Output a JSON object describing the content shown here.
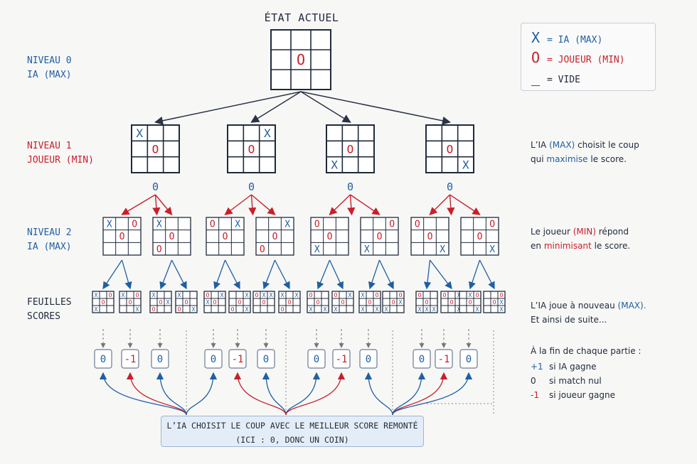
{
  "root_title": "ÉTAT ACTUEL",
  "levels": {
    "l0": {
      "line1": "NIVEAU 0",
      "line2": "IA (MAX)"
    },
    "l1": {
      "line1": "NIVEAU 1",
      "line2": "JOUEUR (MIN)"
    },
    "l2": {
      "line1": "NIVEAU 2",
      "line2": "IA (MAX)"
    },
    "leaves": {
      "line1": "FEUILLES",
      "line2": "SCORES"
    }
  },
  "legend": {
    "x_sym": "X",
    "x_text": "= IA (MAX)",
    "o_sym": "O",
    "o_text": "= JOUEUR (MIN)",
    "e_sym": "_",
    "e_text": "= VIDE"
  },
  "side_notes": {
    "n1a": "L’IA",
    "n1b": "(MAX)",
    "n1c": "choisit le coup",
    "n1d": "qui",
    "n1e": "maximise",
    "n1f": "le score.",
    "n2a": "Le joueur",
    "n2b": "(MIN)",
    "n2c": "répond",
    "n2d": "en",
    "n2e": "minimisant",
    "n2f": "le score.",
    "n3a": "L’IA joue à nouveau",
    "n3b": "(MAX).",
    "n3c": "Et ainsi de suite...",
    "n4": "À la fin de chaque partie :",
    "s1v": "+1",
    "s1t": "si IA gagne",
    "s2v": "0",
    "s2t": "si match nul",
    "s3v": "-1",
    "s3t": "si joueur gagne"
  },
  "bottom": {
    "line1": "L’IA CHOISIT LE COUP AVEC LE MEILLEUR SCORE REMONTÉ",
    "line2": "(ICI : 0, DONC UN COIN)"
  },
  "colors": {
    "blue": "#1f5fa3",
    "red": "#c8202b",
    "ink": "#1f2a3a",
    "arrow": "#2b3444"
  },
  "root_board": [
    "",
    "",
    "",
    "",
    "O",
    "",
    "",
    "",
    ""
  ],
  "level1": [
    {
      "board": [
        "X",
        "",
        "",
        "",
        "O",
        "",
        "",
        "",
        ""
      ],
      "value": "0"
    },
    {
      "board": [
        "",
        "",
        "X",
        "",
        "O",
        "",
        "",
        "",
        ""
      ],
      "value": "0"
    },
    {
      "board": [
        "",
        "",
        "",
        "",
        "O",
        "",
        "X",
        "",
        ""
      ],
      "value": "0"
    },
    {
      "board": [
        "",
        "",
        "",
        "",
        "O",
        "",
        "",
        "",
        "X"
      ],
      "value": "0"
    }
  ],
  "level2": [
    [
      "X",
      "",
      "O",
      "",
      "O",
      "",
      "",
      "",
      ""
    ],
    [
      "X",
      "",
      "",
      "",
      "O",
      "",
      "O",
      "",
      ""
    ],
    [
      "O",
      "",
      "X",
      "",
      "O",
      "",
      "",
      "",
      ""
    ],
    [
      "",
      "",
      "X",
      "",
      "O",
      "",
      "O",
      "",
      ""
    ],
    [
      "O",
      "",
      "",
      "",
      "O",
      "",
      "X",
      "",
      ""
    ],
    [
      "",
      "",
      "O",
      "",
      "O",
      "",
      "X",
      "",
      ""
    ],
    [
      "O",
      "",
      "",
      "",
      "O",
      "",
      "",
      "",
      "X"
    ],
    [
      "",
      "",
      "O",
      "",
      "O",
      "",
      "",
      "",
      "X"
    ]
  ],
  "leaves": [
    [
      "X",
      "",
      "O",
      "",
      "O",
      "",
      "X",
      "",
      ""
    ],
    [
      "X",
      "",
      "O",
      "",
      "O",
      "",
      "",
      "",
      "X"
    ],
    [
      "X",
      "",
      "",
      "",
      "O",
      "X",
      "O",
      "",
      ""
    ],
    [
      "X",
      "",
      "",
      "",
      "O",
      "",
      "O",
      "",
      "X"
    ],
    [
      "O",
      "",
      "X",
      "X",
      "O",
      "",
      "",
      "",
      ""
    ],
    [
      "",
      "",
      "X",
      "",
      "O",
      "",
      "O",
      "",
      "X"
    ],
    [
      "O",
      "X",
      "X",
      "",
      "O",
      "",
      "",
      "",
      ""
    ],
    [
      "X",
      "",
      "X",
      "",
      "O",
      "",
      "O",
      "",
      ""
    ],
    [
      "O",
      "",
      "",
      "",
      "O",
      "",
      "X",
      "",
      "X"
    ],
    [
      "O",
      "",
      "X",
      "",
      "O",
      "",
      "X",
      "",
      ""
    ],
    [
      "X",
      "",
      "O",
      "",
      "O",
      "",
      "X",
      "",
      "X"
    ],
    [
      "",
      "",
      "O",
      "",
      "O",
      "X",
      "X",
      "",
      ""
    ],
    [
      "O",
      "",
      "",
      "",
      "O",
      "",
      "X",
      "X",
      "X"
    ],
    [
      "O",
      "",
      "X",
      "",
      "O",
      "",
      "",
      "",
      "X"
    ],
    [
      "",
      "X",
      "O",
      "",
      "O",
      "",
      "",
      "",
      "X"
    ],
    [
      "",
      "",
      "O",
      "",
      "O",
      "X",
      "",
      "",
      "X"
    ]
  ],
  "scores": [
    "0",
    "-1",
    "0",
    "0",
    "-1",
    "0",
    "0",
    "-1",
    "0",
    "0",
    "-1",
    "0"
  ]
}
